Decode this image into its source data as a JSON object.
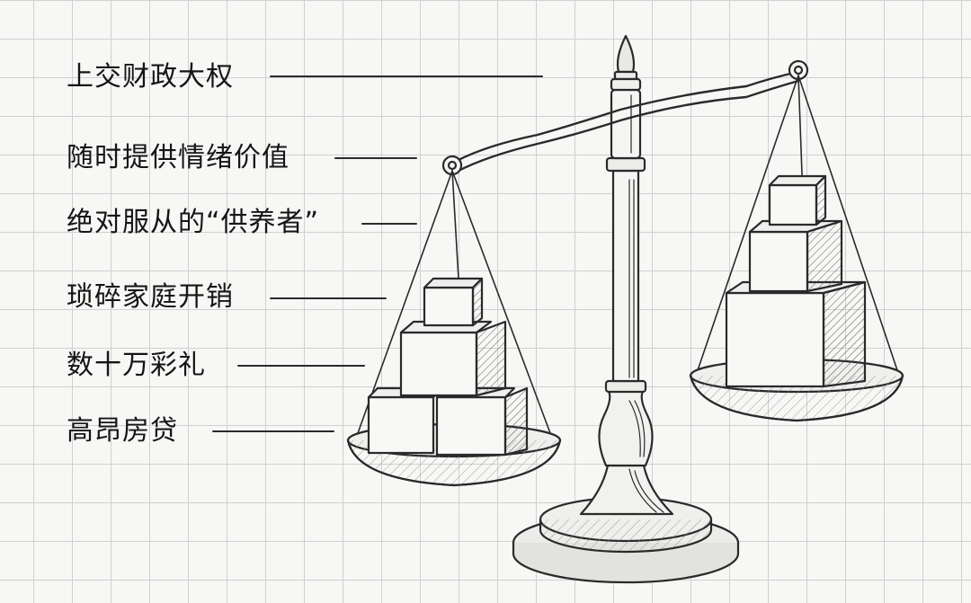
{
  "labels": [
    "上交财政大权",
    "随时提供情绪价值",
    "绝对服从的“供养者”",
    "琐碎家庭开销",
    "数十万彩礼",
    "高昂房贷"
  ]
}
